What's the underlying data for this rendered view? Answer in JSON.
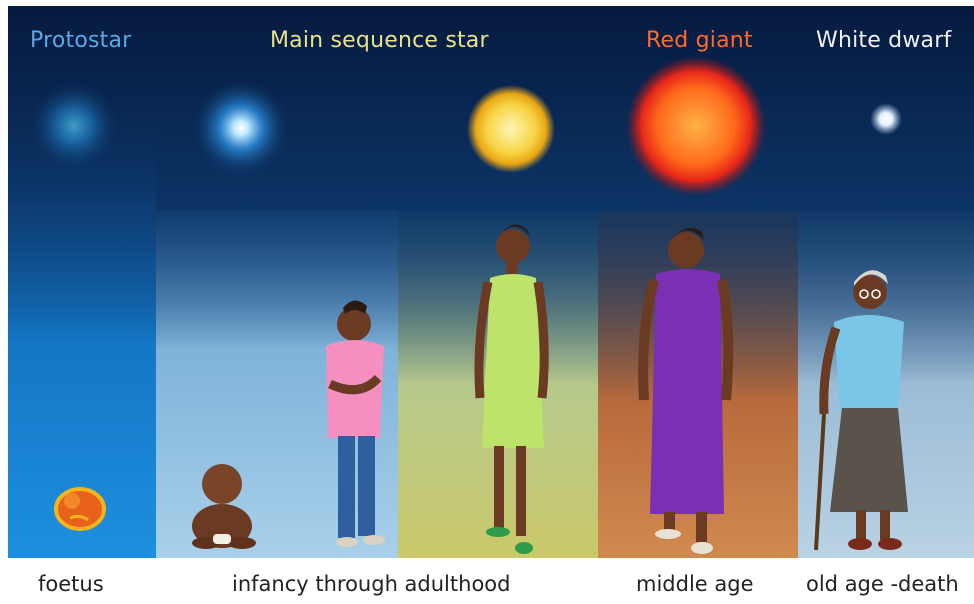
{
  "stages": {
    "protostar": {
      "label": "Protostar",
      "color": "#5aa9e6"
    },
    "main_sequence": {
      "label": "Main sequence star",
      "color": "#e8e48a"
    },
    "red_giant": {
      "label": "Red giant",
      "color": "#ff6a2a"
    },
    "white_dwarf": {
      "label": "White dwarf",
      "color": "#f2f2f2"
    }
  },
  "captions": {
    "foetus": "foetus",
    "infancy": "infancy through adulthood",
    "middle_age": "middle age",
    "old_age": "old age -death"
  }
}
